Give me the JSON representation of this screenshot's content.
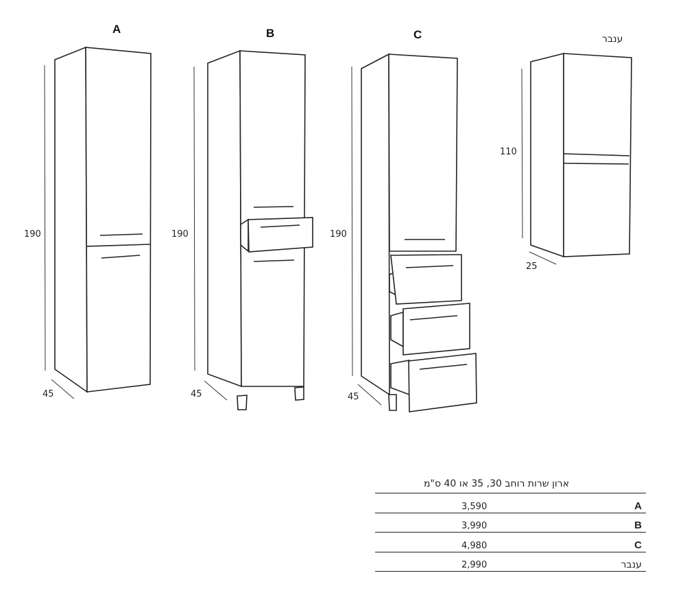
{
  "models": [
    {
      "label": "A",
      "height": "190",
      "depth": "45"
    },
    {
      "label": "B",
      "height": "190",
      "depth": "45"
    },
    {
      "label": "C",
      "height": "190",
      "depth": "45"
    },
    {
      "label": "ענבר",
      "height": "110",
      "depth": "25"
    }
  ],
  "table": {
    "title": "ארון שרות רוחב 30, 35 או 40 ס\"מ",
    "rows": [
      {
        "name": "A",
        "price": "3,590"
      },
      {
        "name": "B",
        "price": "3,990"
      },
      {
        "name": "C",
        "price": "4,980"
      },
      {
        "name": "ענבר",
        "price": "2,990"
      }
    ]
  }
}
